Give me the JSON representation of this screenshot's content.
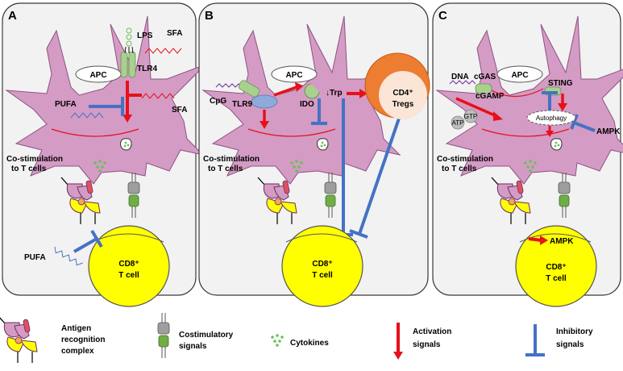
{
  "panels": {
    "a": {
      "letter": "A",
      "apc": "APC",
      "lps": "LPS",
      "tlr4": "TLR4",
      "sfa_top": "SFA",
      "sfa_mid": "SFA",
      "pufa_cell": "PUFA",
      "costim_1": "Co-stimulation",
      "costim_2": "to T cells",
      "pufa_tcell": "PUFA",
      "cd8_1": "CD8⁺",
      "cd8_2": "T cell"
    },
    "b": {
      "letter": "B",
      "apc": "APC",
      "cpg": "CpG",
      "tlr9": "TLR9",
      "ido": "IDO",
      "trp": "↓Trp",
      "tregs_1": "CD4⁺",
      "tregs_2": "Tregs",
      "costim_1": "Co-stimulation",
      "costim_2": "to T cells",
      "cd8_1": "CD8⁺",
      "cd8_2": "T cell"
    },
    "c": {
      "letter": "C",
      "apc": "APC",
      "dna": "DNA",
      "cgas": "cGAS",
      "cgamp": "cGAMP",
      "sting": "STING",
      "autophagy": "Autophagy",
      "gtp": "GTP",
      "atp": "ATP",
      "ampk_out": "AMPK",
      "costim_1": "Co-stimulation",
      "costim_2": "to T cells",
      "ampk_t": "AMPK",
      "cd8_1": "CD8⁺",
      "cd8_2": "T cell"
    }
  },
  "legend": {
    "antigen_1": "Antigen",
    "antigen_2": "recognition",
    "antigen_3": "complex",
    "costim_1": "Costimulatory",
    "costim_2": "signals",
    "cytokines": "Cytokines",
    "activation_1": "Activation",
    "activation_2": "signals",
    "inhibitory_1": "Inhibitory",
    "inhibitory_2": "signals"
  },
  "colors": {
    "cell_fill": "#d49bc4",
    "cell_stroke": "#8e5282",
    "tcell_fill": "#ffff00",
    "panel_fill": "#f2f2f2",
    "activation": "#e8101a",
    "inhibitory": "#4472c4",
    "receptor_green": "#a9d18e",
    "treg_outer": "#ed7d31",
    "treg_inner": "#fbe5d6"
  }
}
